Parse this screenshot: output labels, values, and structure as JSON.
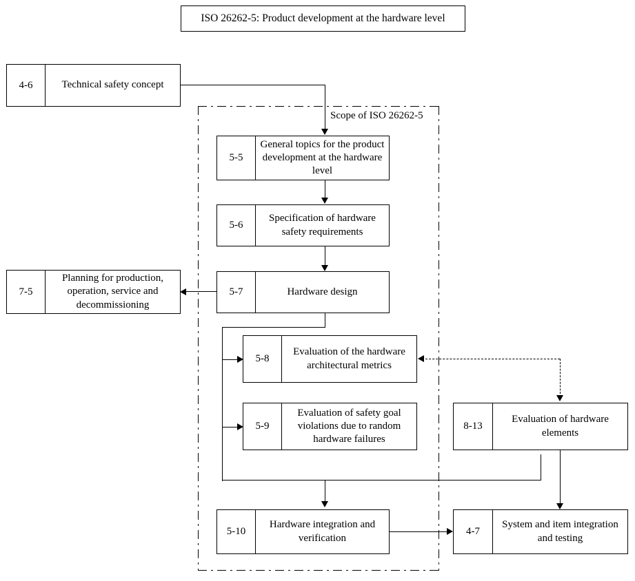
{
  "header": {
    "title": "ISO 26262-5: Product development at the hardware level"
  },
  "scope": {
    "label": "Scope of ISO 26262-5"
  },
  "boxes": {
    "c4_6": {
      "clause": "4-6",
      "title": "Technical safety concept"
    },
    "c7_5": {
      "clause": "7-5",
      "title": "Planning for production, operation, service and decommissioning"
    },
    "c5_5": {
      "clause": "5-5",
      "title": "General topics for the product development at the hardware level"
    },
    "c5_6": {
      "clause": "5-6",
      "title": "Specification of hardware safety requirements"
    },
    "c5_7": {
      "clause": "5-7",
      "title": "Hardware design"
    },
    "c5_8": {
      "clause": "5-8",
      "title": "Evaluation of the hardware architectural metrics"
    },
    "c5_9": {
      "clause": "5-9",
      "title": "Evaluation of safety goal violations due to random hardware failures"
    },
    "c5_10": {
      "clause": "5-10",
      "title": "Hardware integration and verification"
    },
    "c8_13": {
      "clause": "8-13",
      "title": "Evaluation of hardware elements"
    },
    "c4_7": {
      "clause": "4-7",
      "title": "System and item integration and testing"
    }
  },
  "colors": {
    "line": "#000000",
    "background": "#ffffff",
    "text": "#000000"
  }
}
